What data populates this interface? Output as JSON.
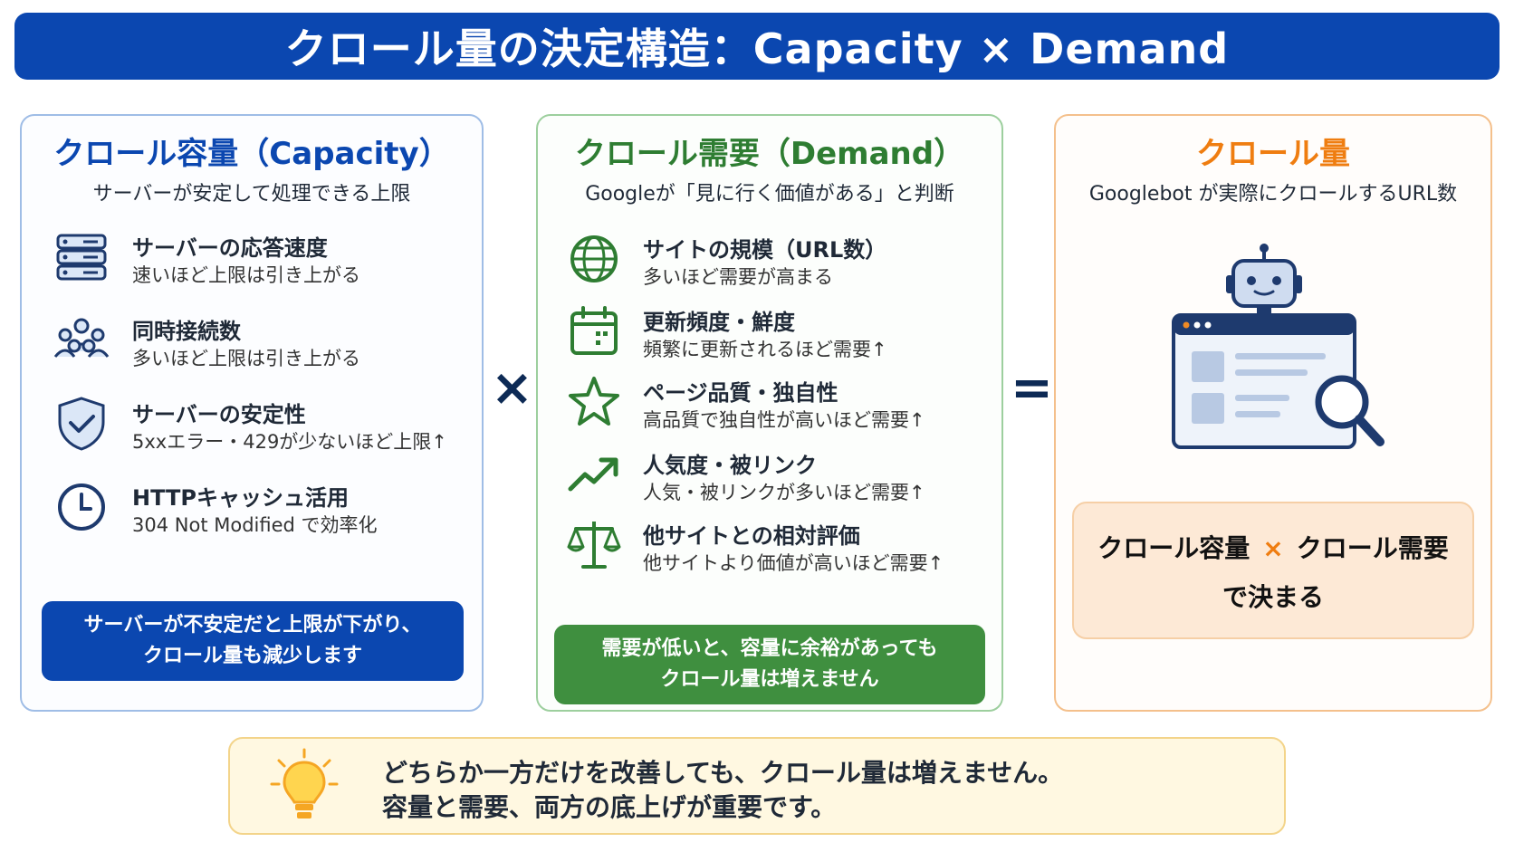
{
  "title": "クロール量の決定構造：Capacity × Demand",
  "capacity": {
    "title": "クロール容量（Capacity）",
    "subtitle": "サーバーが安定して処理できる上限",
    "items": [
      {
        "icon": "server-icon",
        "title": "サーバーの応答速度",
        "desc": "速いほど上限は引き上がる"
      },
      {
        "icon": "users-icon",
        "title": "同時接続数",
        "desc": "多いほど上限は引き上がる"
      },
      {
        "icon": "shield-check-icon",
        "title": "サーバーの安定性",
        "desc": "5xxエラー・429が少ないほど上限↑"
      },
      {
        "icon": "clock-icon",
        "title": "HTTPキャッシュ活用",
        "desc": "304 Not Modified で効率化"
      }
    ],
    "note_line1": "サーバーが不安定だと上限が下がり、",
    "note_line2": "クロール量も減少します",
    "color": "#0b47b0"
  },
  "operator_multiply": "×",
  "demand": {
    "title": "クロール需要（Demand）",
    "subtitle": "Googleが「見に行く価値がある」と判断",
    "items": [
      {
        "icon": "globe-icon",
        "title": "サイトの規模（URL数）",
        "desc": "多いほど需要が高まる"
      },
      {
        "icon": "calendar-icon",
        "title": "更新頻度・鮮度",
        "desc": "頻繁に更新されるほど需要↑"
      },
      {
        "icon": "star-icon",
        "title": "ページ品質・独自性",
        "desc": "高品質で独自性が高いほど需要↑"
      },
      {
        "icon": "trending-up-icon",
        "title": "人気度・被リンク",
        "desc": "人気・被リンクが多いほど需要↑"
      },
      {
        "icon": "scale-icon",
        "title": "他サイトとの相対評価",
        "desc": "他サイトより価値が高いほど需要↑"
      }
    ],
    "note_line1": "需要が低いと、容量に余裕があっても",
    "note_line2": "クロール量は増えません",
    "color": "#3f8f3f"
  },
  "operator_equals": "=",
  "result": {
    "title": "クロール量",
    "subtitle": "Googlebot が実際にクロールするURL数",
    "illustration": "robot-browser-magnifier-icon",
    "formula_left": "クロール容量",
    "formula_op": "×",
    "formula_right": "クロール需要",
    "formula_line2": "で決まる",
    "color": "#ef7d10"
  },
  "bottom": {
    "icon": "lightbulb-icon",
    "line1": "どちらか一方だけを改善しても、クロール量は増えません。",
    "line2": "容量と需要、両方の底上げが重要です。"
  }
}
